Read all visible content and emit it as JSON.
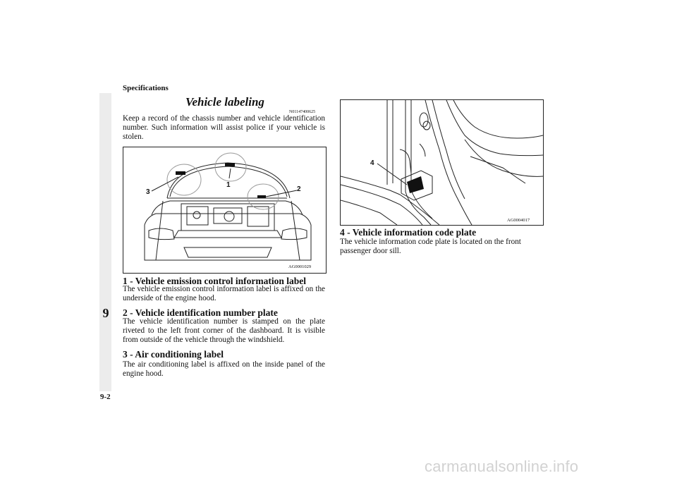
{
  "header": {
    "section": "Specifications"
  },
  "chapter": {
    "number": "9",
    "page": "9-2"
  },
  "title": {
    "text": "Vehicle labeling",
    "code": "N01147400625"
  },
  "intro": "Keep a record of the chassis number and vehicle identification number. Such information will assist police if your vehicle is stolen.",
  "figure1": {
    "code": "AG0001029",
    "callouts": [
      "1",
      "2",
      "3"
    ]
  },
  "figure2": {
    "code": "AG0004017",
    "callouts": [
      "4"
    ]
  },
  "items": [
    {
      "heading": "1 - Vehicle emission control information label",
      "text": "The vehicle emission control information label is affixed on the underside of the engine hood."
    },
    {
      "heading": "2 - Vehicle identification number plate",
      "text": "The vehicle identification number is stamped on the plate riveted to the left front corner of the dashboard. It is visible from outside of the vehicle through the windshield."
    },
    {
      "heading": "3 - Air conditioning label",
      "text": "The air conditioning label is affixed on the inside panel of the engine hood."
    },
    {
      "heading": "4 - Vehicle information code plate",
      "text": "The vehicle information code plate is located on the front passenger door sill."
    }
  ],
  "watermark": "carmanualsonline.info"
}
